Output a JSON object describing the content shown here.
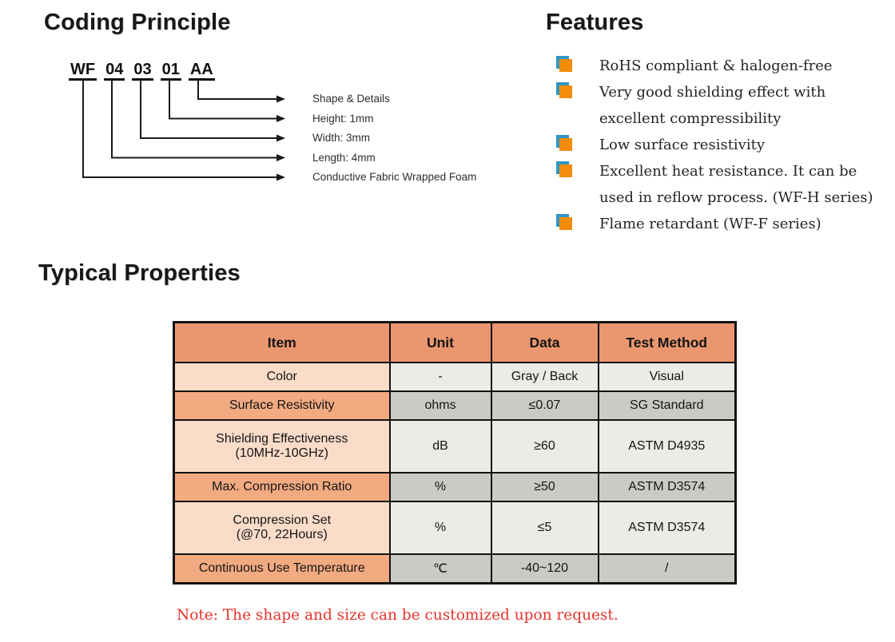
{
  "coding": {
    "title": "Coding Principle",
    "code_segments": [
      "WF",
      "04",
      "03",
      "01",
      "AA"
    ],
    "labels": [
      "Shape & Details",
      "Height: 1mm",
      "Width: 3mm",
      "Length: 4mm",
      "Conductive Fabric Wrapped Foam"
    ]
  },
  "features": {
    "title": "Features",
    "bullet_icon": "orange-blue-square-bullet",
    "bullet_colors": {
      "front": "#F28C0A",
      "back": "#2F96C4"
    },
    "items": [
      "RoHS compliant & halogen-free",
      "Very good shielding effect with\nexcellent compressibility",
      "Low surface resistivity",
      "Excellent heat resistance. It can be\nused in reflow process. (WF-H series)",
      "Flame retardant (WF-F series)"
    ]
  },
  "properties": {
    "title": "Typical Properties",
    "table": {
      "headers": [
        "Item",
        "Unit",
        "Data",
        "Test Method"
      ],
      "rows": [
        {
          "item": "Color",
          "unit": "-",
          "data": "Gray / Back",
          "test": "Visual"
        },
        {
          "item": "Surface Resistivity",
          "unit": "ohms",
          "data": "≤0.07",
          "test": "SG Standard"
        },
        {
          "item": "Shielding Effectiveness\n(10MHz-10GHz)",
          "unit": "dB",
          "data": "≥60",
          "test": "ASTM D4935"
        },
        {
          "item": "Max. Compression Ratio",
          "unit": "%",
          "data": "≥50",
          "test": "ASTM D3574"
        },
        {
          "item": "Compression Set\n(@70, 22Hours)",
          "unit": "%",
          "data": "≤5",
          "test": "ASTM D3574"
        },
        {
          "item": "Continuous Use Temperature",
          "unit": "℃",
          "data": "-40~120",
          "test": "/"
        }
      ],
      "colors": {
        "header_bg": "#EA976F",
        "item_light": "#FADCC9",
        "item_dark": "#F2AA81",
        "cell_light": "#EBECE7",
        "cell_dark": "#CACBC6",
        "border": "#121212"
      }
    },
    "note": "Note: The shape and size can be customized upon request.",
    "note_color": "#E5332B"
  }
}
